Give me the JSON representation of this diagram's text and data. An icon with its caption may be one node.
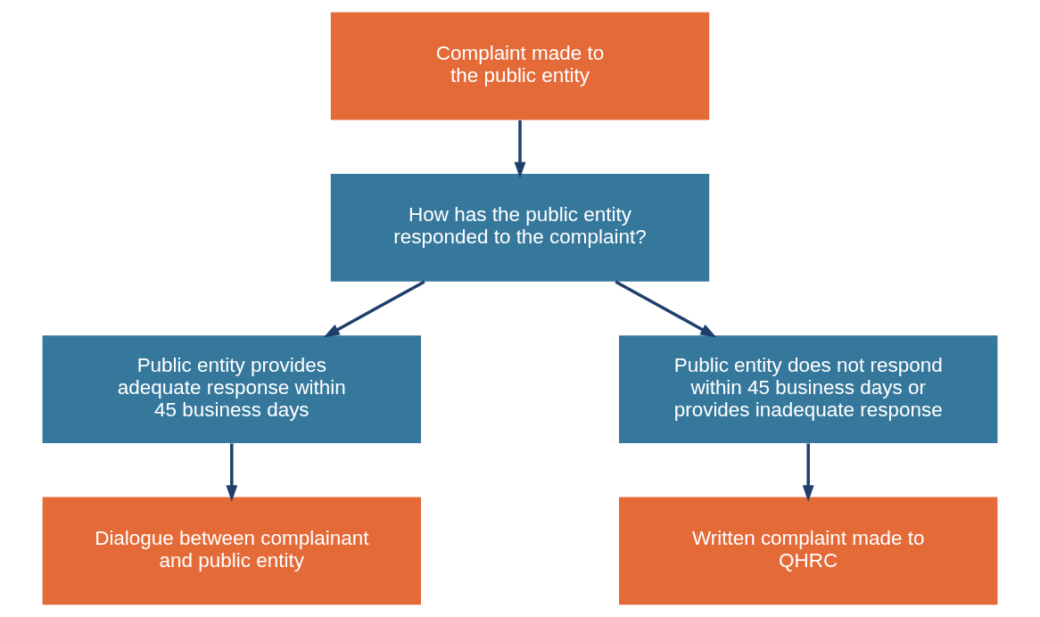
{
  "diagram": {
    "nodes": [
      {
        "text": [
          "Complaint made to the public entity"
        ]
      },
      {
        "text": [
          "How has the public entity responded to the complaint?"
        ]
      },
      {
        "text": [
          "Public entity provides adequate response within 45 business days"
        ]
      },
      {
        "text": [
          "Public entity does not respond within 45 business days or provides inadequate response"
        ]
      },
      {
        "text": [
          "Dialogue between complainant and public entity"
        ]
      },
      {
        "text": [
          "Written complaint made to QHRC"
        ]
      }
    ],
    "edges": [
      {
        "from": 0,
        "to": 1,
        "arrow": "to"
      },
      {
        "from": 1,
        "to": 2,
        "arrow": "to"
      },
      {
        "from": 1,
        "to": 3,
        "arrow": "to"
      },
      {
        "from": 2,
        "to": 4,
        "arrow": "to"
      },
      {
        "from": 3,
        "to": 5,
        "arrow": "to"
      }
    ]
  }
}
